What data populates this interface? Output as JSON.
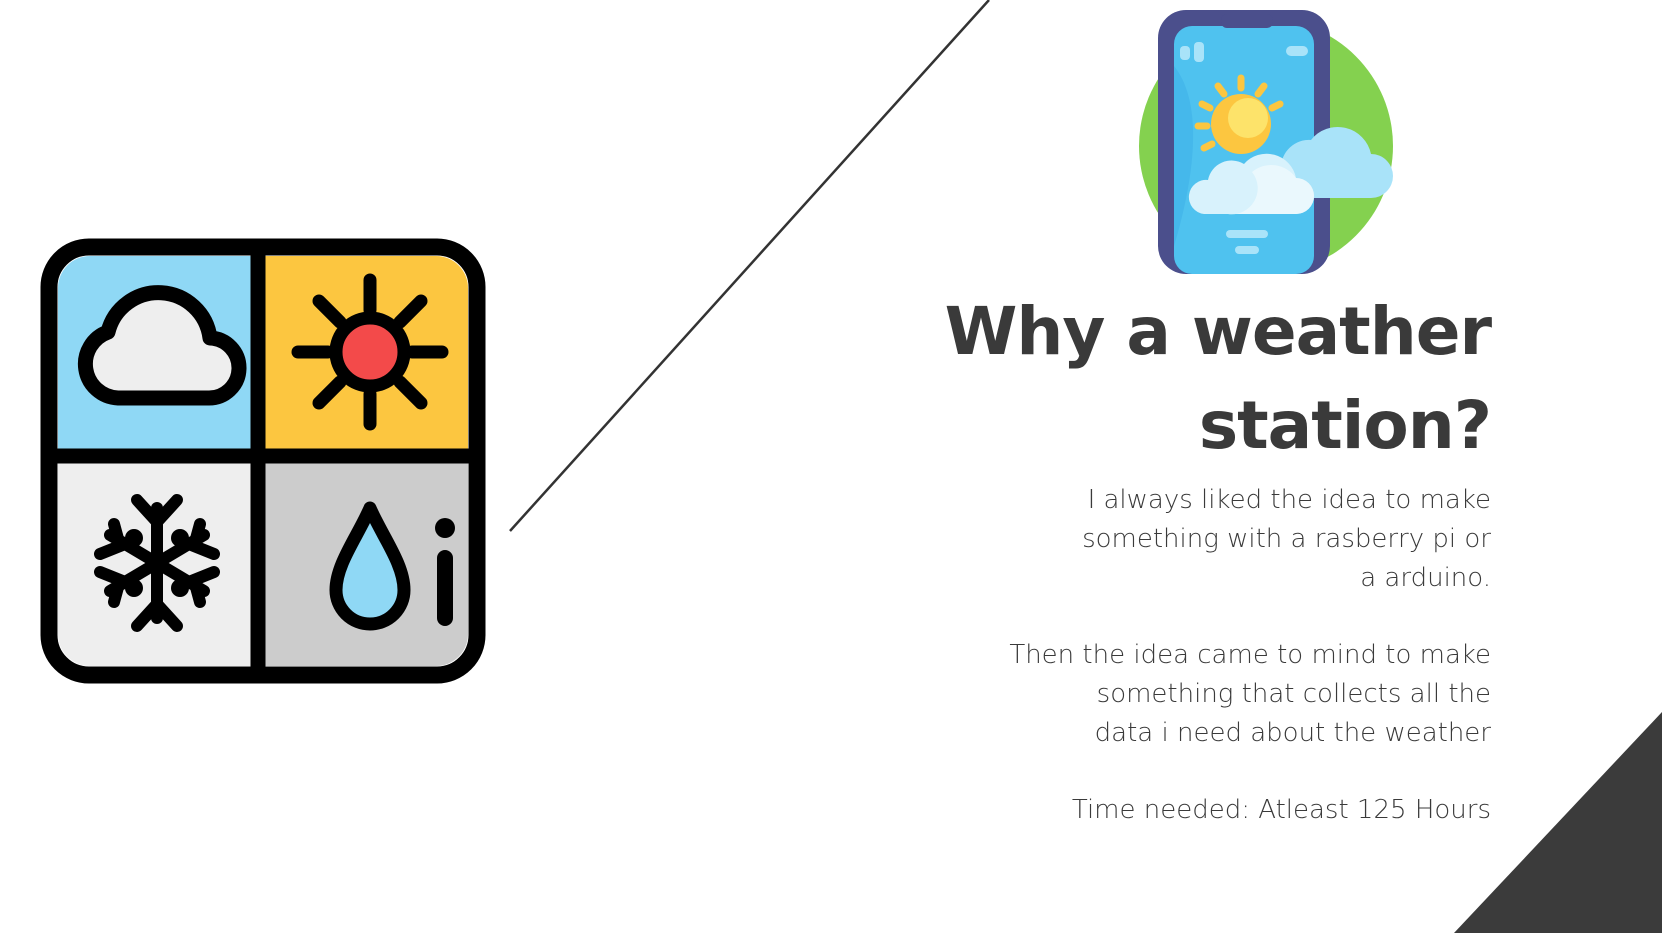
{
  "title": {
    "line1": "Why a weather",
    "line2": "station?"
  },
  "paragraphs": {
    "p1": {
      "line1": "I always liked the idea to make",
      "line2": "something with a rasberry pi or",
      "line3": "a arduino."
    },
    "p2": {
      "line1": "Then the idea came to mind to make",
      "line2": "something that collects all the",
      "line3": "data i need about the weather"
    },
    "time_needed": "Time needed: Atleast 125 Hours"
  },
  "icons": {
    "weather_grid": "weather-conditions-grid-icon",
    "phone": "weather-app-phone-icon"
  },
  "colors": {
    "text": "#3a3a3a",
    "line": "#333333",
    "corner": "#3b3b3b",
    "sky_blue": "#8fd8f5",
    "sun_yellow": "#fcc640",
    "sun_red": "#f34a4a",
    "snow_gray": "#eeeeee",
    "rain_gray": "#cccccc",
    "phone_green": "#84d14f"
  }
}
